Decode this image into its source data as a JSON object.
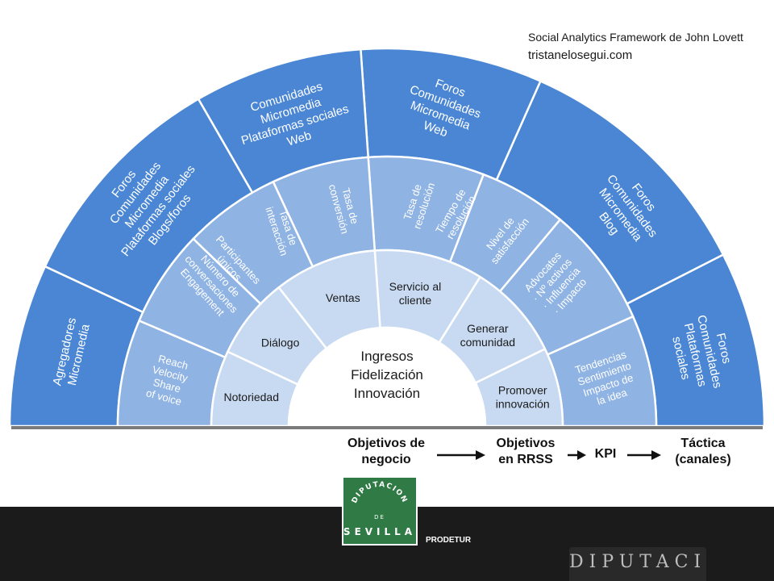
{
  "credit": {
    "line1": "Social Analytics Framework de John Lovett",
    "line2": "tristanelosegui.com"
  },
  "diagram": {
    "center": [
      "Ingresos",
      "Fidelización",
      "Innovación"
    ],
    "business_goals": [
      "Notoriedad",
      "Diálogo",
      "Ventas",
      "Servicio al\ncliente",
      "Generar\ncomunidad",
      "Promover\ninnovación"
    ],
    "kpis": [
      [
        "Reach",
        "Velocity",
        "Share",
        "of voice"
      ],
      [
        "Participantes",
        "únicos",
        "Número de",
        "conversaciones",
        "Engagement"
      ],
      [
        "Tasa de",
        "interacción"
      ],
      [
        "Tasa de",
        "conversión"
      ],
      [
        "Tasa de",
        "resolución"
      ],
      [
        "Tiempo de",
        "resolución"
      ],
      [
        "Nivel de",
        "satisfacción"
      ],
      [
        "Advocates",
        "· Nº activos",
        "· Influencia",
        "· Impacto"
      ],
      [
        "Tendencias",
        "Sentimiento",
        "Impacto de",
        "la idea"
      ]
    ],
    "tactics": [
      [
        "Agregadores",
        "Micromedia"
      ],
      [
        "Foros",
        "Comunidades",
        "Micromedia",
        "Plataformas sociales",
        "Blogs/foros"
      ],
      [
        "Comunidades",
        "Micromedia",
        "Plataformas sociales",
        "Web"
      ],
      [
        "Foros",
        "Comunidades",
        "Micromedia",
        "Web"
      ],
      [
        "Foros",
        "Comunidades",
        "Micromedia",
        "Blog"
      ],
      [
        "Foros",
        "Comunidades",
        "Plataformas",
        "sociales"
      ]
    ],
    "colors": {
      "outer": "#4a86d4",
      "kpi": "#8fb3e3",
      "goal": "#c8daf2",
      "center": "#ffffff",
      "line": "#ffffff",
      "base": "#7b7b7b",
      "outer_text": "#ffffff",
      "inner_text": "#1a1a1a"
    }
  },
  "flow": {
    "steps": [
      "Objetivos de\nnegocio",
      "Objetivos\nen RRSS",
      "KPI",
      "Táctica\n(canales)"
    ]
  },
  "logo": {
    "top": "DIPUTACION",
    "mid": "DE",
    "bottom": "SEVILLA",
    "color": "#2f7a45"
  },
  "footer": {
    "label": "PRODETUR",
    "watermark": "DIPUTACION",
    "color": "#1c1b1b"
  }
}
